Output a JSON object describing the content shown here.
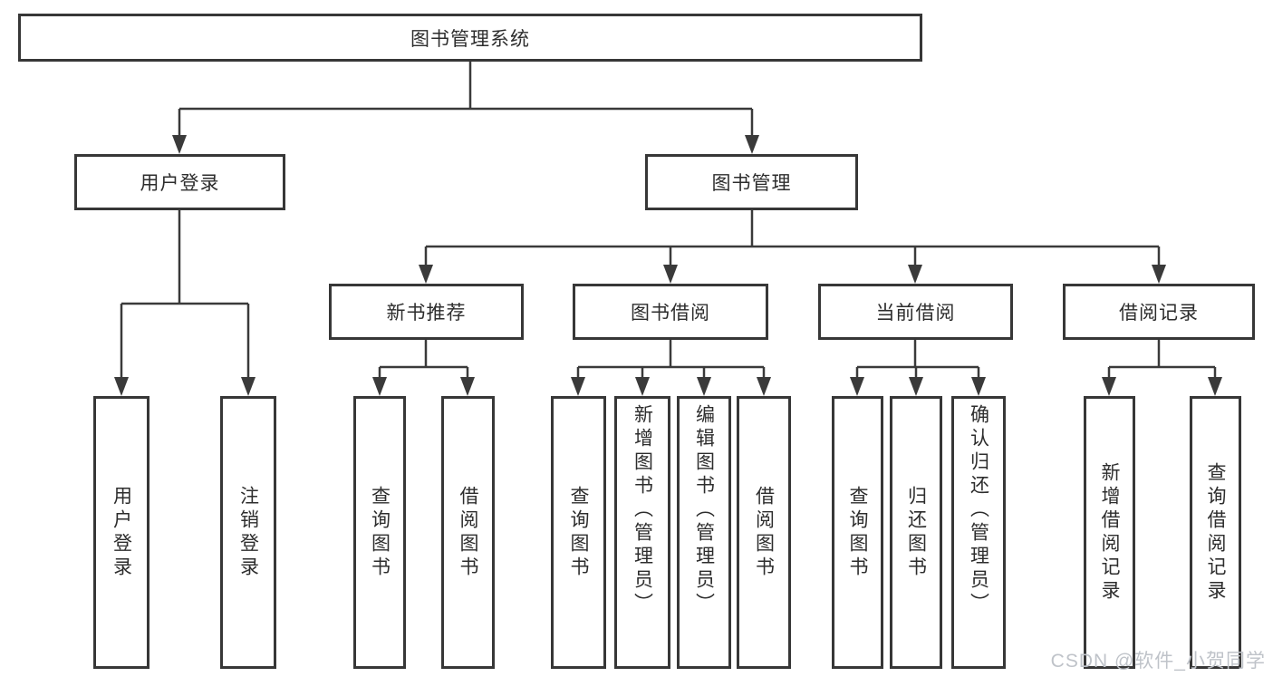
{
  "colors": {
    "line": "#3a3a3a",
    "box_border": "#373737",
    "box_bg": "#ffffff",
    "text": "#2d2d2d",
    "watermark": "#bfc3c9",
    "background": "#ffffff"
  },
  "watermark": "CSDN @软件_小贺同学",
  "diagram": {
    "root": "图书管理系统",
    "branches": [
      {
        "label": "用户登录",
        "leaves": [
          "用户登录",
          "注销登录"
        ]
      },
      {
        "label": "图书管理",
        "groups": [
          {
            "label": "新书推荐",
            "leaves": [
              "查询图书",
              "借阅图书"
            ]
          },
          {
            "label": "图书借阅",
            "leaves": [
              "查询图书",
              "新增图书（管理员）",
              "编辑图书（管理员）",
              "借阅图书"
            ]
          },
          {
            "label": "当前借阅",
            "leaves": [
              "查询图书",
              "归还图书",
              "确认归还（管理员）"
            ]
          },
          {
            "label": "借阅记录",
            "leaves": [
              "新增借阅记录",
              "查询借阅记录"
            ]
          }
        ]
      }
    ]
  }
}
